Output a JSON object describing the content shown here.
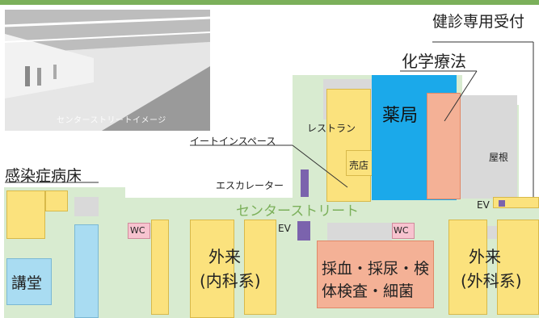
{
  "photo": {
    "caption": "センターストリートイメージ"
  },
  "labels": {
    "kenshin": "健診専用受付",
    "kagaku": "化学療法",
    "yakkyoku": "薬局",
    "restaurant": "レストラン",
    "baiten": "売店",
    "okune": "屋根",
    "eat_in": "イートインスペース",
    "escalator": "エスカレーター",
    "kansen": "感染症病床",
    "center_street": "センターストリート",
    "ev1": "EV",
    "ev2": "EV",
    "wc1": "WC",
    "wc2": "WC",
    "kodo": "講堂",
    "gairai_naika_1": "外来",
    "gairai_naika_2": "(内科系)",
    "saiketsu_1": "採血・採尿・検",
    "saiketsu_2": "体検査・細菌",
    "gairai_geka_1": "外来",
    "gairai_geka_2": "(外科系)"
  },
  "colors": {
    "corridor": "#d8ebd0",
    "room_yellow": "#fbe27d",
    "pharmacy_blue": "#1ba9ea",
    "lab_salmon": "#f4b196",
    "street_text": "#7bb05a"
  }
}
